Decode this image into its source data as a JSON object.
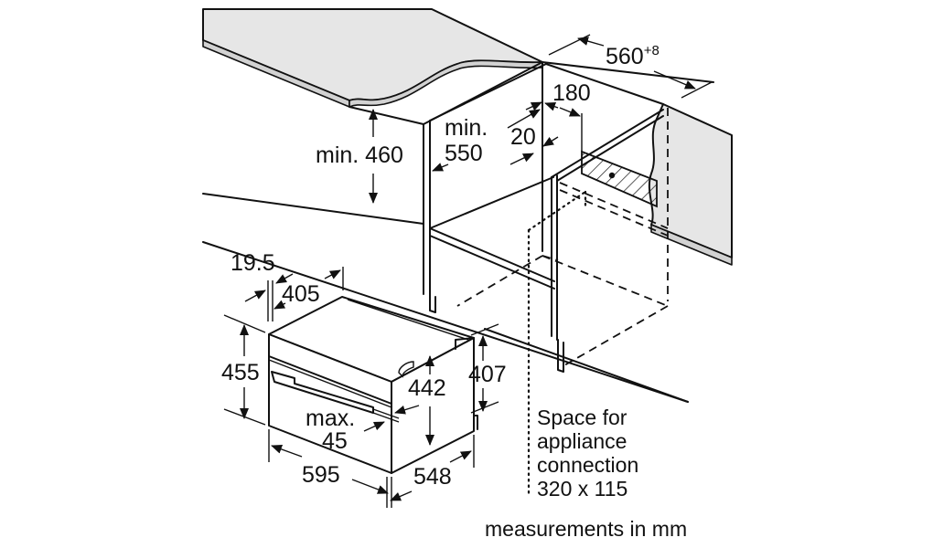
{
  "diagram": {
    "type": "installation-dimension-drawing",
    "subject": "built-in compact oven in tall cabinet",
    "colors": {
      "line": "#111111",
      "countertop": "#e6e6e6",
      "background": "#ffffff"
    },
    "cabinet_dimensions": {
      "width": {
        "value": "560",
        "tolerance": "+8"
      },
      "min_height_above": "min. 460",
      "min_depth_label": "min.",
      "min_depth_value": "550",
      "rear_gap": "20",
      "connection_offset": "180"
    },
    "appliance_dimensions": {
      "front_frame": "19.5",
      "top_depth": "405",
      "front_height": "455",
      "side_height": "442",
      "rear_height": "407",
      "width": "595",
      "depth": "548",
      "door_projection_label": "max.",
      "door_projection_value": "45"
    },
    "notes": {
      "connection_line1": "Space for",
      "connection_line2": "appliance",
      "connection_line3": "connection",
      "connection_size": "320 x 115",
      "units": "measurements in mm"
    }
  }
}
